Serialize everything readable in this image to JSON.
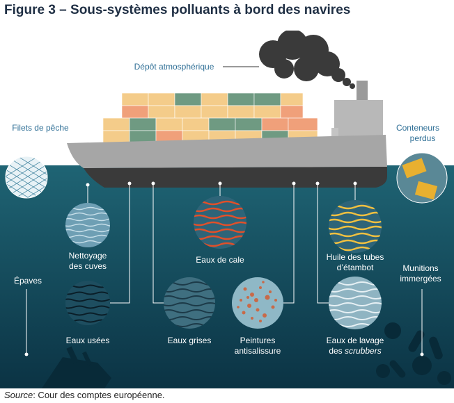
{
  "title": "Figure 3 – Sous-systèmes polluants à bord des navires",
  "labels": {
    "depot": "Dépôt atmosphérique",
    "filets": "Filets de pêche",
    "conteneurs_l1": "Conteneurs",
    "conteneurs_l2": "perdus",
    "nettoyage_l1": "Nettoyage",
    "nettoyage_l2": "des cuves",
    "eaux_cale": "Eaux de cale",
    "huile_l1": "Huile des tubes",
    "huile_l2": "d’étambot",
    "epaves": "Épaves",
    "munitions_l1": "Munitions",
    "munitions_l2": "immergées",
    "eaux_usees": "Eaux usées",
    "eaux_grises": "Eaux grises",
    "peintures_l1": "Peintures",
    "peintures_l2": "antisalissure",
    "lavage_l1": "Eaux de lavage",
    "lavage_l2_prefix": "des ",
    "lavage_l2_italic": "scrubbers"
  },
  "source": {
    "prefix": "Source",
    "text": ": Cour des comptes européenne."
  },
  "colors": {
    "sky": "#ffffff",
    "sea_top": "#1f5f72",
    "sea_bottom": "#0c3646",
    "hull": "#a8a8a8",
    "hull_dark": "#3a3a3a",
    "smoke": "#3c3c3c",
    "container_orange": "#f0a07a",
    "container_green": "#6f9a82",
    "container_yellow": "#f4cc8a",
    "oil_red": "#e0502a",
    "oil_yellow": "#f0c040"
  }
}
